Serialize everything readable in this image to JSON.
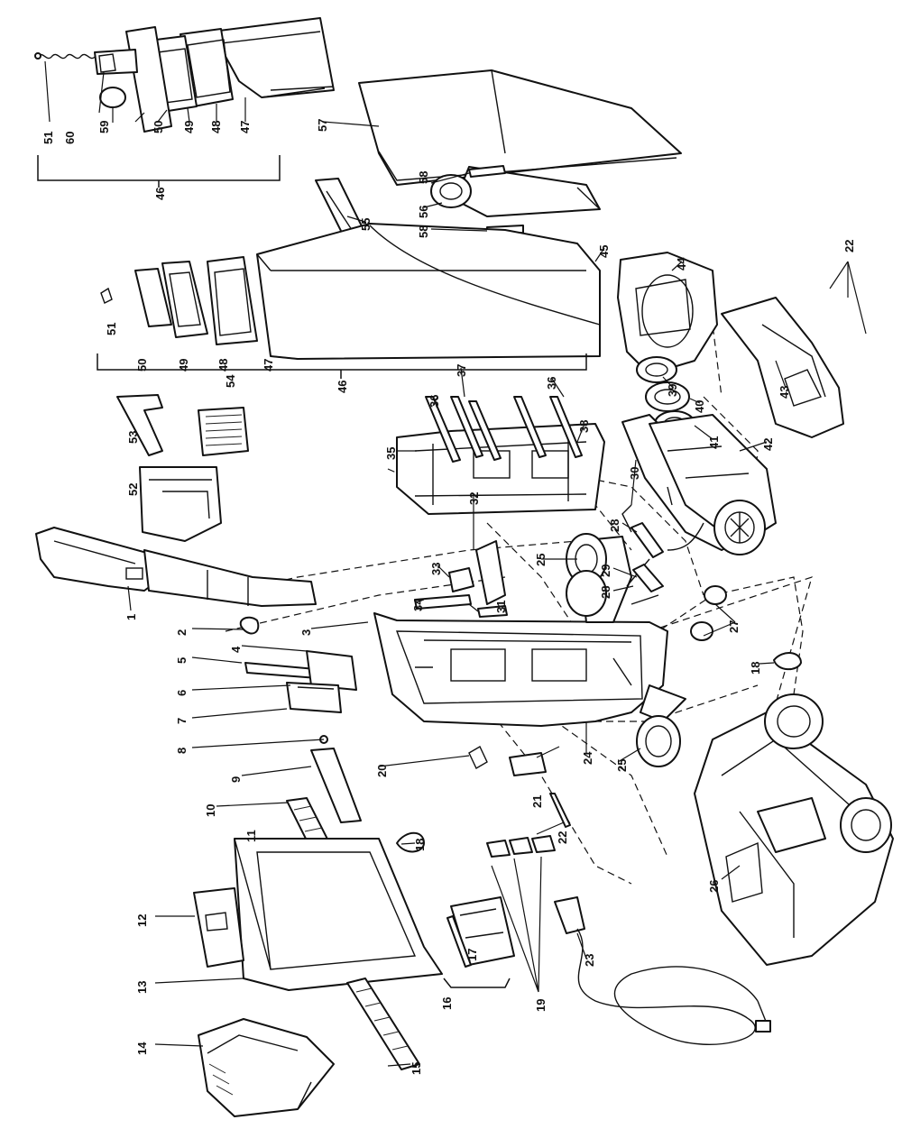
{
  "callouts": {
    "n1": "1",
    "n2": "2",
    "n3": "3",
    "n4": "4",
    "n5": "5",
    "n6": "6",
    "n7": "7",
    "n8": "8",
    "n9": "9",
    "n10": "10",
    "n11": "11",
    "n12": "12",
    "n13": "13",
    "n14": "14",
    "n15": "15",
    "n16": "16",
    "n17": "17",
    "n18a": "18",
    "n18b": "18",
    "n19": "19",
    "n20": "20",
    "n21": "21",
    "n22a": "22",
    "n22b": "22",
    "n23": "23",
    "n24": "24",
    "n25a": "25",
    "n25b": "25",
    "n26": "26",
    "n27": "27",
    "n28a": "28",
    "n28b": "28",
    "n29": "29",
    "n30": "30",
    "n31": "31",
    "n32": "32",
    "n33": "33",
    "n34": "34",
    "n35": "35",
    "n36a": "36",
    "n36b": "36",
    "n37": "37",
    "n38": "38",
    "n39": "39",
    "n40": "40",
    "n41": "41",
    "n42": "42",
    "n43": "43",
    "n44": "44",
    "n45": "45",
    "n46a": "46",
    "n46b": "46",
    "n47a": "47",
    "n47b": "47",
    "n48a": "48",
    "n48b": "48",
    "n49a": "49",
    "n49b": "49",
    "n50a": "50",
    "n50b": "50",
    "n51a": "51",
    "n51b": "51",
    "n52": "52",
    "n53": "53",
    "n54": "54",
    "n55": "55",
    "n56": "56",
    "n57": "57",
    "n58a": "58",
    "n58b": "58",
    "n59": "59",
    "n60": "60"
  }
}
